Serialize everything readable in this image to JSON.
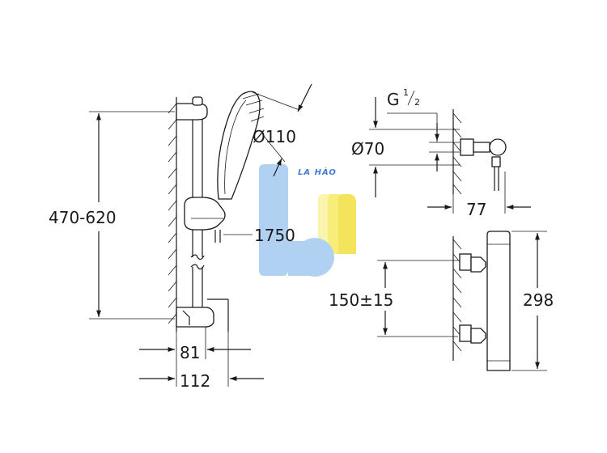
{
  "dimensions": {
    "rail_height": "470-620",
    "handshower_diameter": "Ø110",
    "hose_length": "1750",
    "rail_depth": "81",
    "bracket_depth": "112",
    "thread_label": "G",
    "thread_sup": "1",
    "thread_sub": "2",
    "escutcheon_diameter": "Ø70",
    "elbow_depth": "77",
    "center_spacing": "150±15",
    "mixer_height": "298"
  },
  "watermark": {
    "text": "LA HÀO",
    "colors": {
      "blue": "#a9cdf2",
      "blue_dark": "#4a90e2",
      "yellow": "#f7ec6a",
      "yellow_light": "#fbf3a6"
    }
  }
}
